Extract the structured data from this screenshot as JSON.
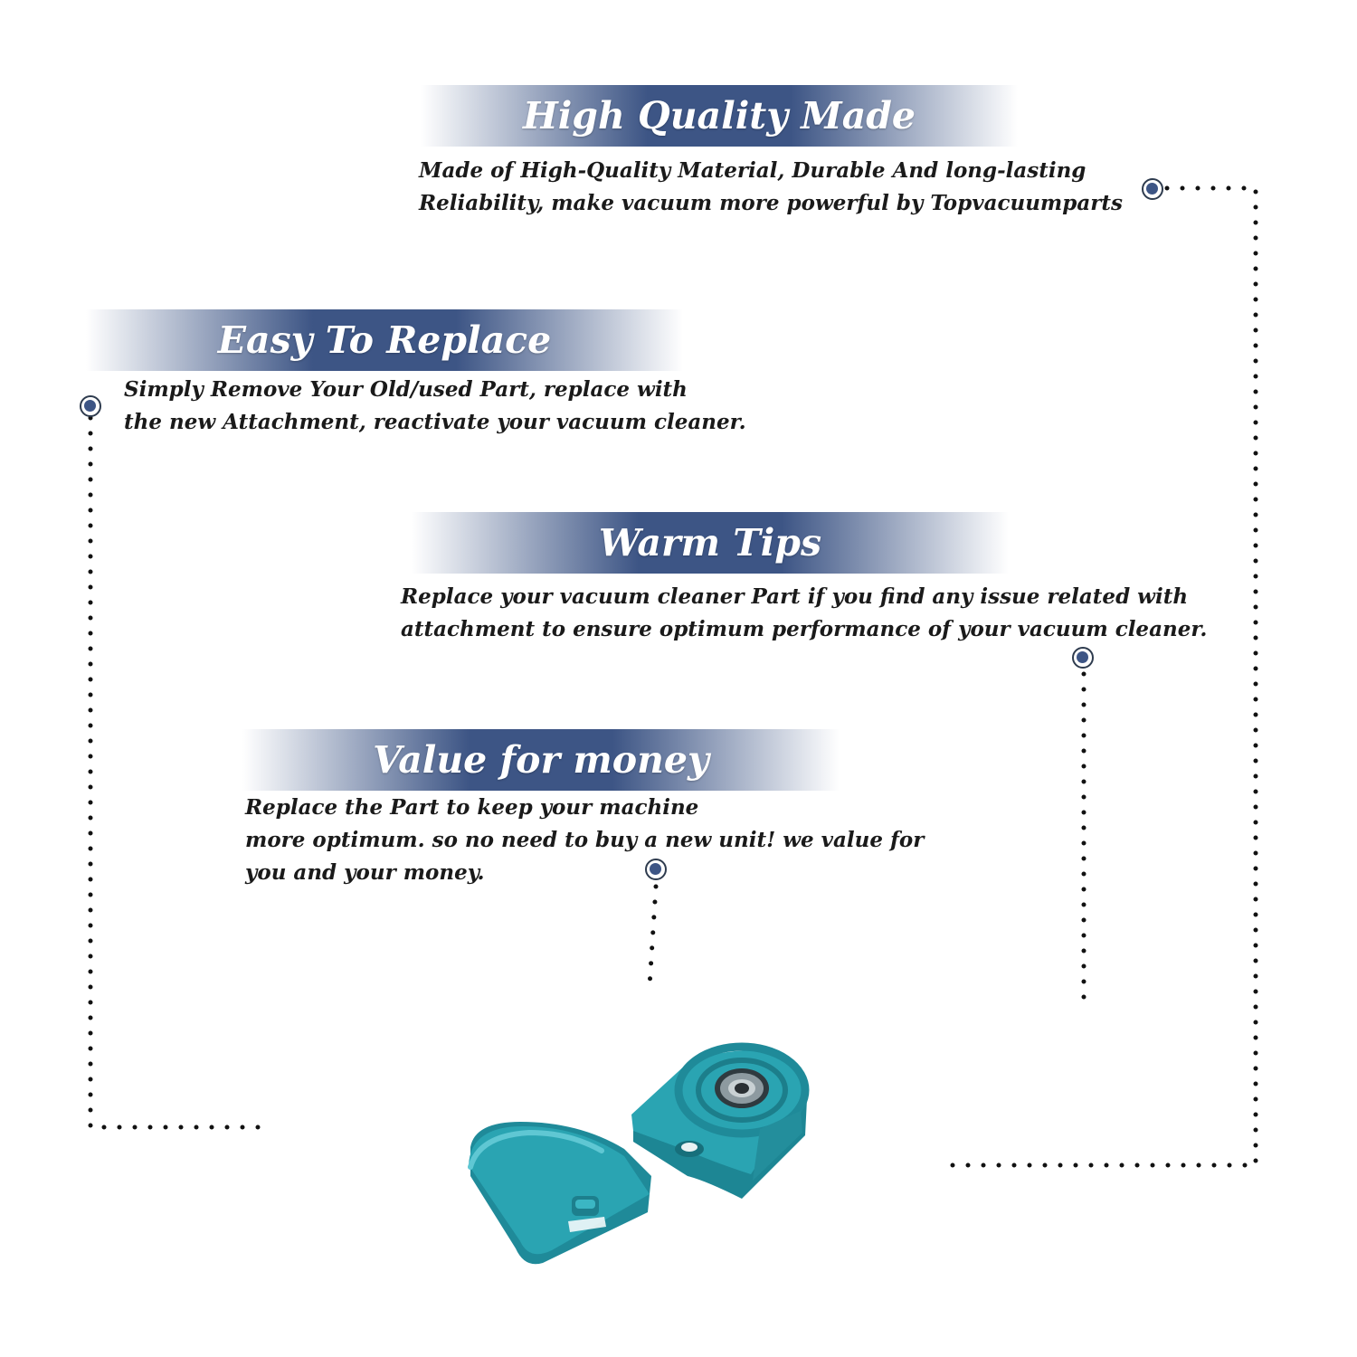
{
  "theme": {
    "banner_mid": "#3d5585",
    "banner_edge": "#ffffff",
    "bullet_fill": "#3d5585",
    "bullet_ring": "#2e3b4e",
    "part_color": "#2aa4b2",
    "dots_color": "#111111"
  },
  "sections": {
    "quality": {
      "title": "High Quality Made",
      "lines": [
        "Made of  High-Quality Material, Durable And long-lasting",
        "Reliability, make vacuum more powerful by Topvacuumparts"
      ]
    },
    "replace": {
      "title": "Easy To Replace",
      "lines": [
        "Simply Remove Your Old/used Part, replace with",
        "the new Attachment, reactivate your vacuum cleaner."
      ]
    },
    "tips": {
      "title": "Warm Tips",
      "lines": [
        "Replace your vacuum cleaner Part if you find any issue related with",
        " attachment to ensure optimum performance of your vacuum cleaner."
      ]
    },
    "value": {
      "title": "Value for money",
      "lines": [
        "Replace the Part to keep your machine",
        "more optimum. so no need to buy a new unit! we value for",
        "you and your money."
      ]
    }
  },
  "icons": {
    "bullet": "circle-bullet-icon",
    "product": "vacuum-wheel-holder-part"
  }
}
